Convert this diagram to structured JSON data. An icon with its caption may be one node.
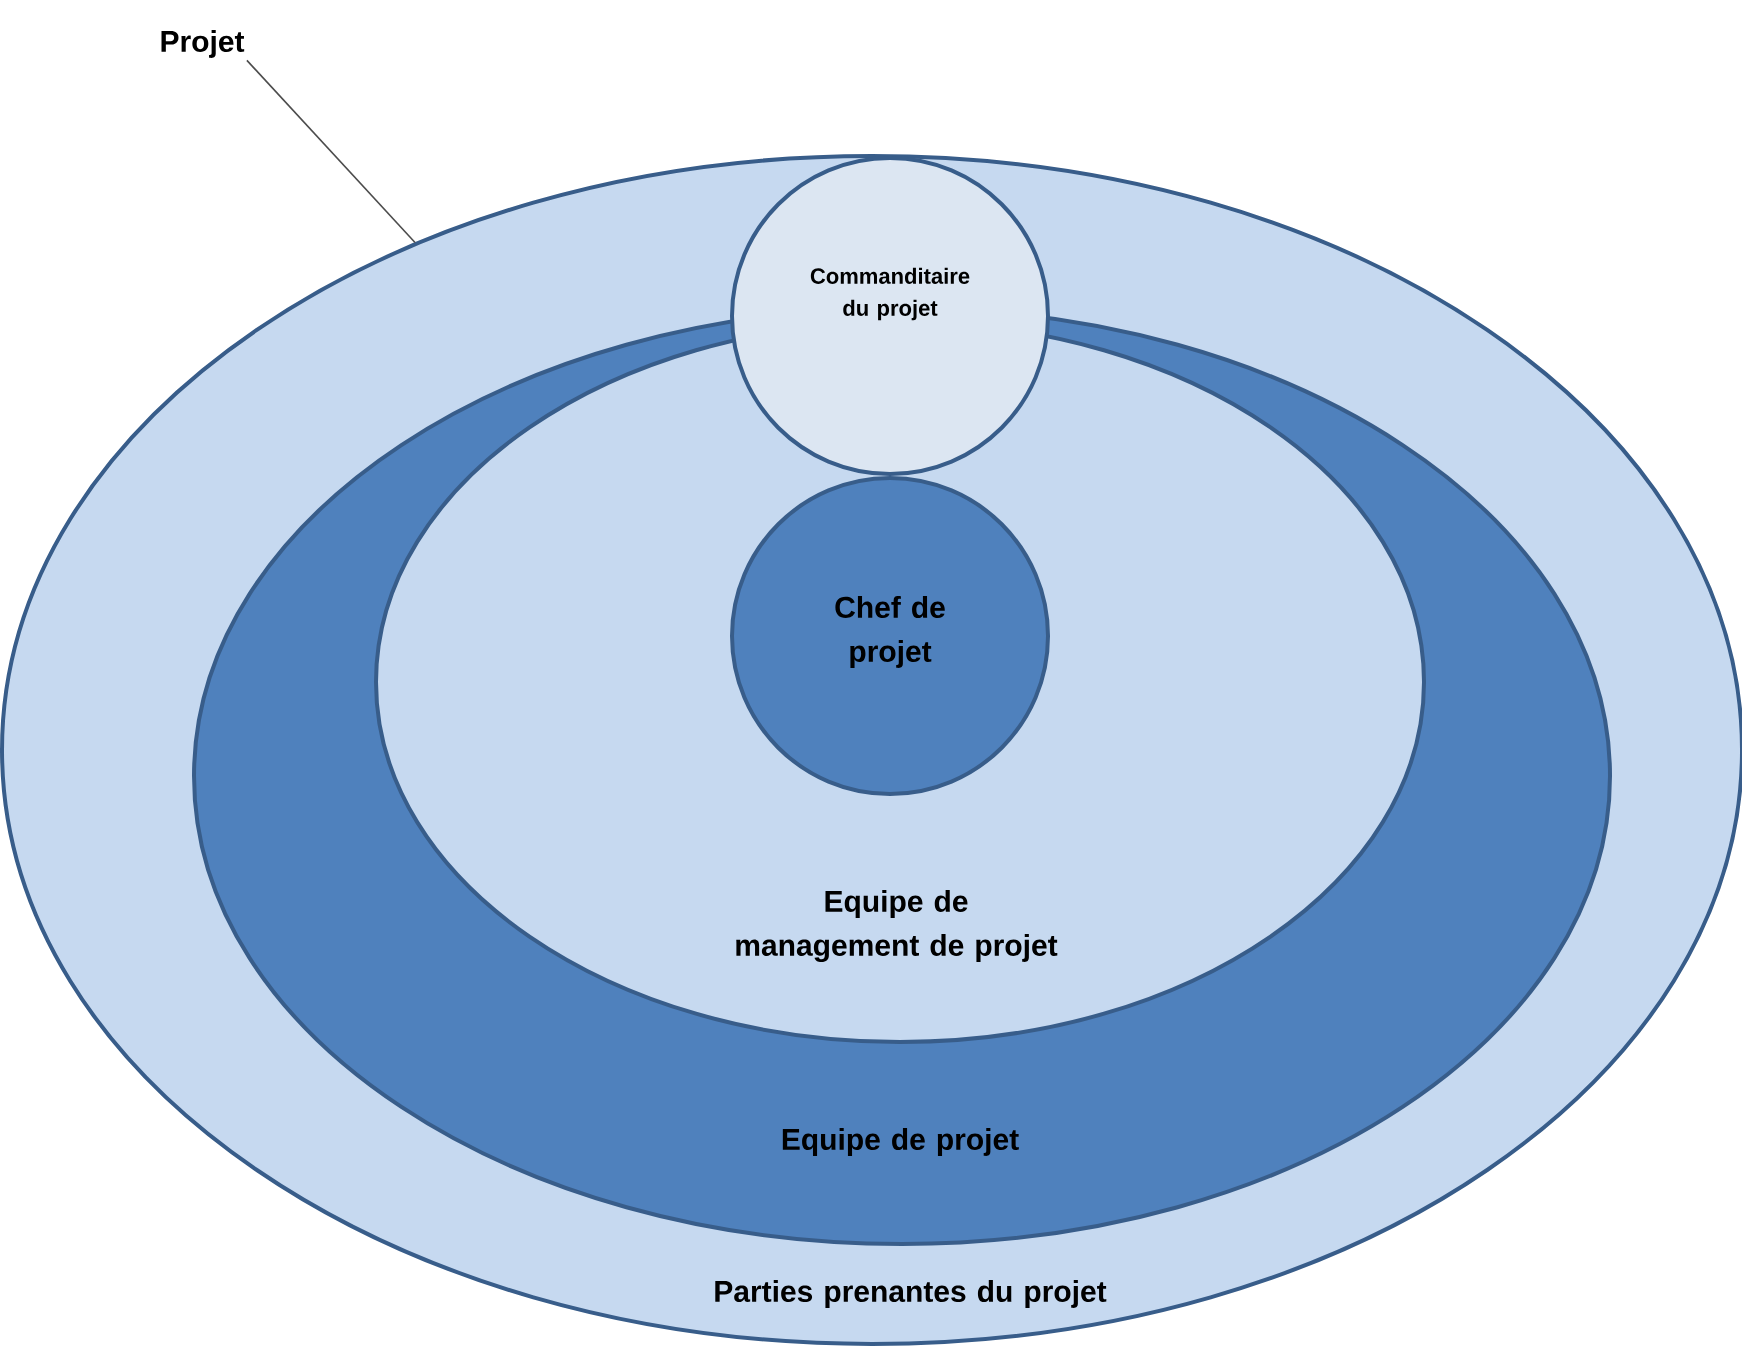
{
  "diagram": {
    "nodes": [
      {
        "text": [
          "Projet"
        ]
      },
      {
        "text": [
          "Parties prenantes du projet"
        ]
      },
      {
        "text": [
          "Commanditaire du projet"
        ],
        "in": 1
      },
      {
        "text": [
          "Equipe de projet"
        ],
        "in": 1
      },
      {
        "text": [
          "Equipe de management de projet"
        ],
        "in": 3
      },
      {
        "text": [
          "Chef de projet"
        ],
        "in": 4
      }
    ],
    "edges": [
      {
        "from": 0,
        "to": 1,
        "arrow": "none"
      }
    ]
  }
}
